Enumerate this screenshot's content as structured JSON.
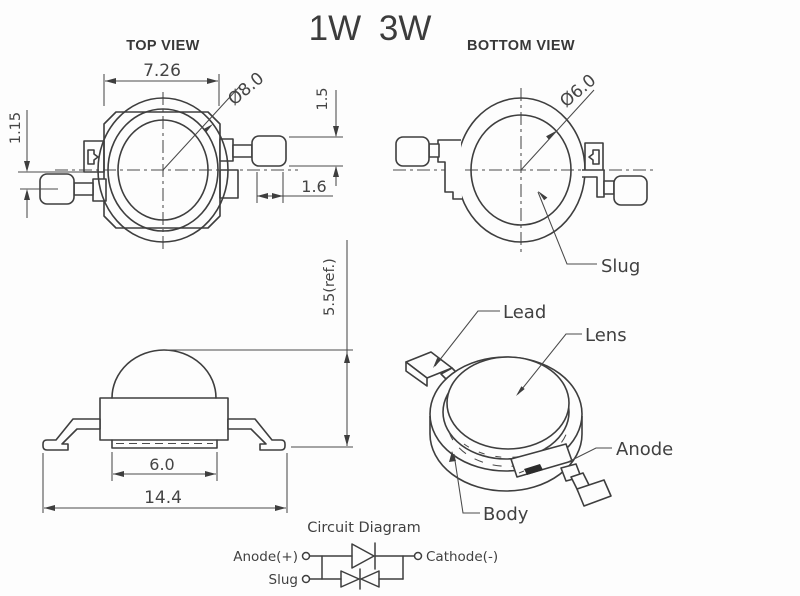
{
  "title": "1W 3W",
  "top_view": {
    "label": "TOP VIEW",
    "dim_width": "7.26",
    "dim_lens_diameter": "Ø8.0",
    "dim_lead_height": "1.5",
    "dim_lead_width": "1.6",
    "dim_lead_offset": "1.15"
  },
  "bottom_view": {
    "label": "BOTTOM VIEW",
    "dim_slug_diameter": "Ø6.0",
    "callout_slug": "Slug"
  },
  "side_view": {
    "dim_height": "5.5(ref.)",
    "dim_slug_width": "6.0",
    "dim_overall_width": "14.4"
  },
  "perspective_view": {
    "callout_lead": "Lead",
    "callout_lens": "Lens",
    "callout_anode": "Anode",
    "callout_body": "Body"
  },
  "circuit_diagram": {
    "title": "Circuit Diagram",
    "terminal_anode": "Anode(+)",
    "terminal_slug": "Slug",
    "terminal_cathode": "Cathode(-)"
  },
  "colors": {
    "line": "#3e3e3e",
    "text": "#414141",
    "background": "#fdfdfd"
  }
}
